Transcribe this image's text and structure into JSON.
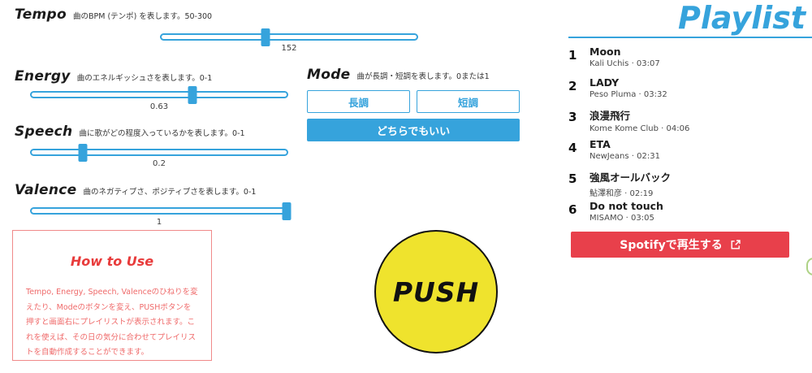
{
  "colors": {
    "blue": "#36a3dc",
    "red": "#e8404b",
    "yellow": "#efe32d",
    "pink": "#f08a8a",
    "green": "#aed285"
  },
  "sliders": [
    {
      "id": "tempo",
      "label": "Tempo",
      "desc": "曲のBPM (テンポ) を表します。50-300",
      "min": 50,
      "max": 300,
      "value": 152,
      "display": "152"
    },
    {
      "id": "energy",
      "label": "Energy",
      "desc": "曲のエネルギッシュさを表します。0-1",
      "min": 0,
      "max": 1,
      "value": 0.63,
      "display": "0.63"
    },
    {
      "id": "speech",
      "label": "Speech",
      "desc": "曲に歌がどの程度入っているかを表します。0-1",
      "min": 0,
      "max": 1,
      "value": 0.2,
      "display": "0.2"
    },
    {
      "id": "valence",
      "label": "Valence",
      "desc": "曲のネガティブさ、ポジティブさを表します。0-1",
      "min": 0,
      "max": 1,
      "value": 1,
      "display": "1"
    }
  ],
  "mode": {
    "label": "Mode",
    "desc": "曲が長調・短調を表します。0または1",
    "options": [
      {
        "label": "長調",
        "selected": false
      },
      {
        "label": "短調",
        "selected": false
      },
      {
        "label": "どちらでもいい",
        "selected": true
      }
    ]
  },
  "how_to_use": {
    "title": "How to Use",
    "body": "Tempo, Energy, Speech, Valenceのひねりを変えたり、Modeのボタンを変え、PUSHボタンを押すと画面右にプレイリストが表示されます。これを使えば、その日の気分に合わせてプレイリストを自動作成することができます。"
  },
  "push_button": {
    "label": "PUSH"
  },
  "playlist": {
    "title": "Playlist",
    "items": [
      {
        "index": "1",
        "title": "Moon",
        "subtitle": "Kali Uchis · 03:07"
      },
      {
        "index": "2",
        "title": "LADY",
        "subtitle": "Peso Pluma · 03:32"
      },
      {
        "index": "3",
        "title": "浪漫飛行",
        "subtitle": "Kome Kome Club · 04:06"
      },
      {
        "index": "4",
        "title": "ETA",
        "subtitle": "NewJeans · 02:31"
      },
      {
        "index": "5",
        "title": "強風オールバック",
        "subtitle": "鮎澤和彦 · 02:19"
      },
      {
        "index": "6",
        "title": "Do not touch",
        "subtitle": "MISAMO · 03:05"
      }
    ],
    "spotify_label": "Spotifyで再生する"
  }
}
